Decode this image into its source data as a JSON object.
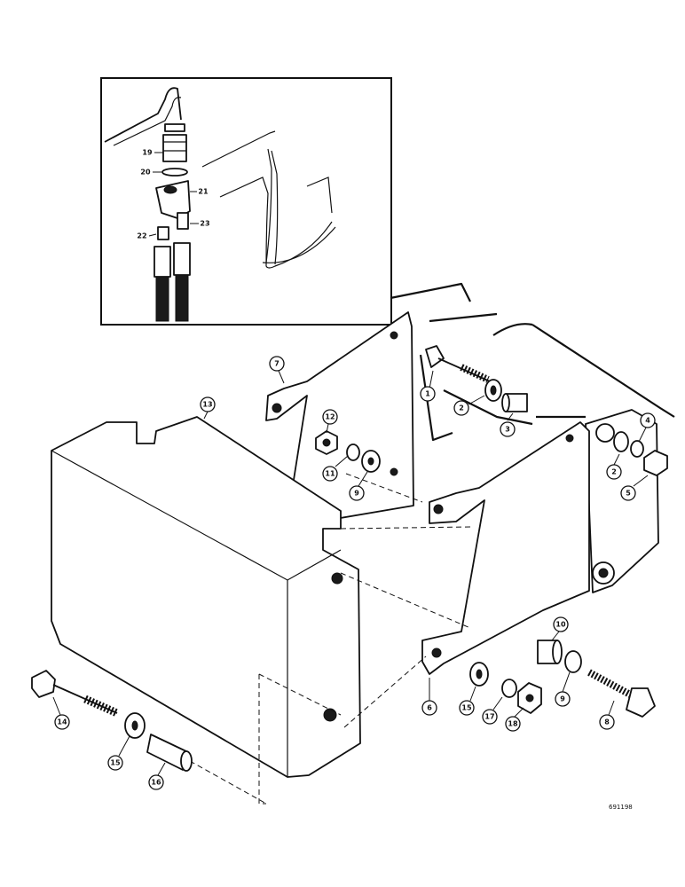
{
  "callouts": {
    "c1": "1",
    "c2a": "2",
    "c2b": "2",
    "c3": "3",
    "c4": "4",
    "c5": "5",
    "c6": "6",
    "c7": "7",
    "c8": "8",
    "c9a": "9",
    "c9b": "9",
    "c10": "10",
    "c11": "11",
    "c12": "12",
    "c13": "13",
    "c14": "14",
    "c15a": "15",
    "c15b": "15",
    "c16": "16",
    "c17": "17",
    "c18": "18"
  },
  "inset": {
    "c19": "19",
    "c20": "20",
    "c21": "21",
    "c22": "22",
    "c23": "23"
  },
  "figure_ref": "691198"
}
